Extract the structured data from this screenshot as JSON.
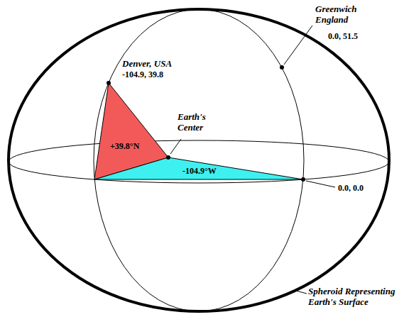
{
  "diagram": {
    "nodes": [
      {
        "text": [
          "+39.8°N"
        ]
      },
      {
        "text": [
          "-104.9°W"
        ]
      }
    ],
    "labels": [
      "Denver, USA",
      "-104.9, 39.8",
      "Earth's Center",
      "Greenwich England",
      "0.0, 51.5",
      "0.0, 0.0",
      "Spheroid Representing Earth's Surface"
    ]
  }
}
